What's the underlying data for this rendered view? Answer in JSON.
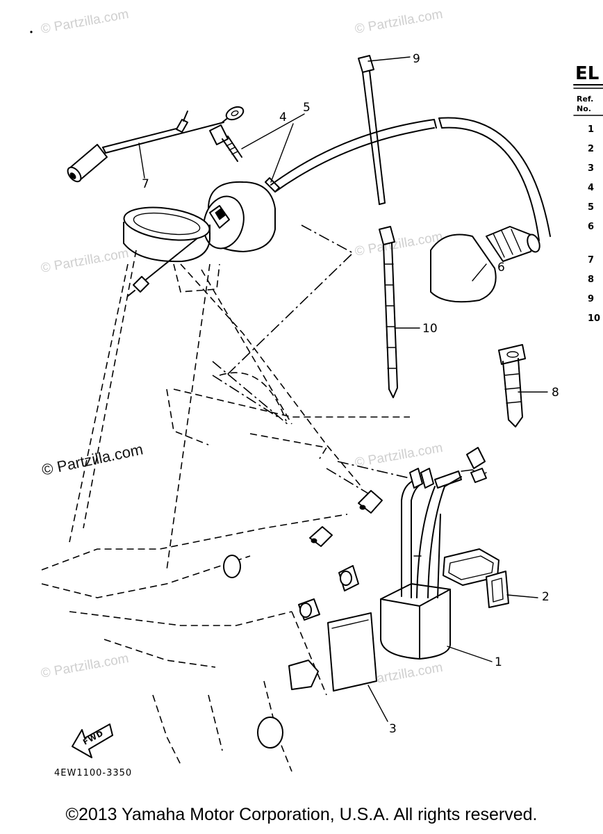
{
  "header": {
    "title_fragment": "EL",
    "ref_label": "Ref.",
    "no_label": "No."
  },
  "ref_numbers": [
    "1",
    "2",
    "3",
    "4",
    "5",
    "6",
    "7",
    "8",
    "9",
    "10"
  ],
  "callouts": [
    {
      "label": "1"
    },
    {
      "label": "2"
    },
    {
      "label": "3"
    },
    {
      "label": "4"
    },
    {
      "label": "5"
    },
    {
      "label": "6"
    },
    {
      "label": "7"
    },
    {
      "label": "8"
    },
    {
      "label": "9"
    },
    {
      "label": "10"
    }
  ],
  "watermark_text": "© Partzilla.com",
  "fwd_label": "FWD",
  "part_code": "4EW1100-3350",
  "copyright": "©2013  Yamaha Motor Corporation, U.S.A. All rights reserved."
}
